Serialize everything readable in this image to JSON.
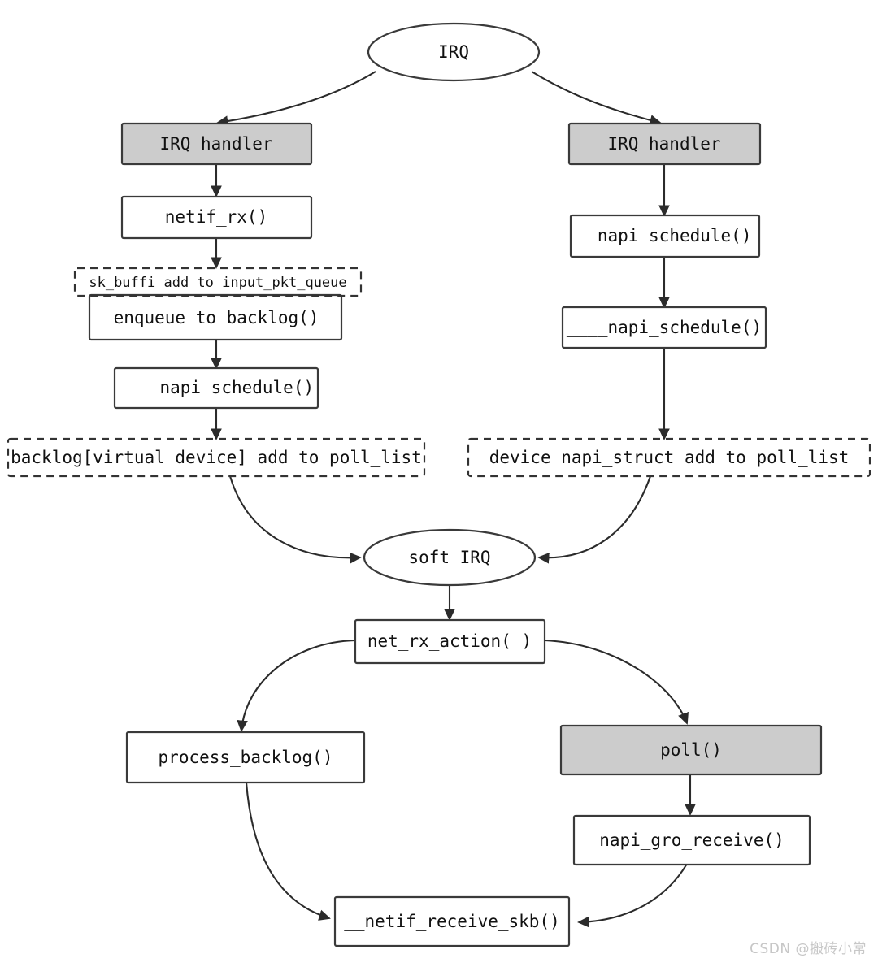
{
  "diagram": {
    "title": "Linux network packet receive flow",
    "colors": {
      "node_fill": "#ffffff",
      "node_fill_highlight": "#cccccc",
      "stroke": "#3a3a3a",
      "text": "#111111",
      "watermark": "#c7c7c7"
    },
    "nodes": {
      "irq": "IRQ",
      "irq_handler_left": "IRQ handler",
      "irq_handler_right": "IRQ handler",
      "netif_rx": "netif_rx()",
      "sk_buffi_note": "sk_buffi add to input_pkt_queue",
      "enqueue_to_backlog": "enqueue_to_backlog()",
      "napi_schedule_left": "____napi_schedule()",
      "backlog_note": "backlog[virtual device] add to poll_list",
      "napi_schedule_right_1": "__napi_schedule()",
      "napi_schedule_right_2": "____napi_schedule()",
      "device_note": "device napi_struct add to poll_list",
      "soft_irq": "soft IRQ",
      "net_rx_action": "net_rx_action( )",
      "process_backlog": "process_backlog()",
      "poll": "poll()",
      "napi_gro_receive": "napi_gro_receive()",
      "netif_receive_skb": "__netif_receive_skb()"
    }
  },
  "watermark": {
    "text": "CSDN @搬砖小常"
  }
}
